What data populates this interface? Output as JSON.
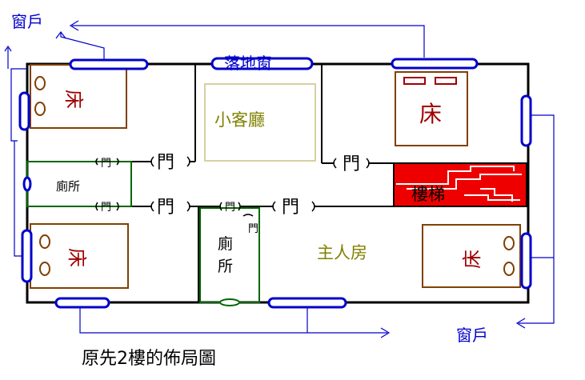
{
  "labels": {
    "window_top_left": "窗戶",
    "window_bottom_right": "窗戶",
    "french_window": "落地窗",
    "living_room": "小客廳",
    "stairs": "樓梯",
    "master_room": "主人房",
    "toilet_left": "廁所",
    "toilet_center": "廁所",
    "bed_top_left": "床",
    "bed_top_right": "床",
    "bed_bottom_left": "床",
    "bed_bottom_right": "床",
    "door": "門",
    "caption": "原先2樓的佈局圖"
  },
  "colors": {
    "wall": "#000000",
    "window": "#0000cc",
    "arrow": "#0000cc",
    "living_room": "#808000",
    "living_room_border": "#d8d0a0",
    "bed_border": "#804000",
    "bed_text": "#a00000",
    "toilet_border": "#006600",
    "stairs_fill": "#ee0000",
    "master_text": "#808000"
  }
}
